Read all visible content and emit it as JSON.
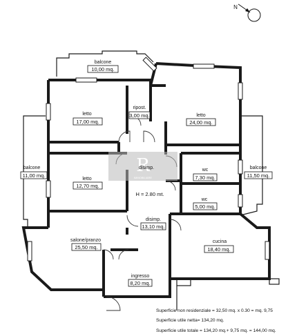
{
  "rooms": {
    "balcone_top": {
      "name": "balcone",
      "area": "10,00 mq."
    },
    "letto_1": {
      "name": "letto",
      "area": "17,00 mq."
    },
    "ripost": {
      "name": "ripost.",
      "area": "3,00 mq."
    },
    "letto_2": {
      "name": "letto",
      "area": "24,00 mq."
    },
    "balcone_left": {
      "name": "balcone",
      "area": "11,00 mq."
    },
    "letto_3": {
      "name": "letto",
      "area": "12,70 mq."
    },
    "disimp_1": {
      "name": "disimp.",
      "area": ""
    },
    "wc_1": {
      "name": "wc",
      "area": "7,30 mq."
    },
    "balcone_right": {
      "name": "balcone",
      "area": "11,50 mq."
    },
    "wc_2": {
      "name": "wc",
      "area": "5,00 mq."
    },
    "height": {
      "name": "H = 2.80 mt.",
      "area": ""
    },
    "disimp_2": {
      "name": "disimp.",
      "area": "13,10 mq."
    },
    "salone": {
      "name": "salone/pranzo",
      "area": "25,50 mq."
    },
    "cucina": {
      "name": "cucina",
      "area": "18,40 mq."
    },
    "ingresso": {
      "name": "ingresso",
      "area": "8,20 mq."
    }
  },
  "summary": {
    "line1": "Superficie non residenziale = 32,50 mq. x 0.30 = mq. 9,75",
    "line2": "Superficie utile netta= 134,20 mq.",
    "line3": "Superficie utile totale = 134,20 mq.+ 9,75 mq. = 144,00 mq."
  },
  "compass": {
    "label": "N"
  },
  "watermark": {
    "letter": "R",
    "text": "IMMOBILIARE"
  },
  "colors": {
    "wall": "#1a1a1a",
    "watermark": "#b9b9b9"
  }
}
